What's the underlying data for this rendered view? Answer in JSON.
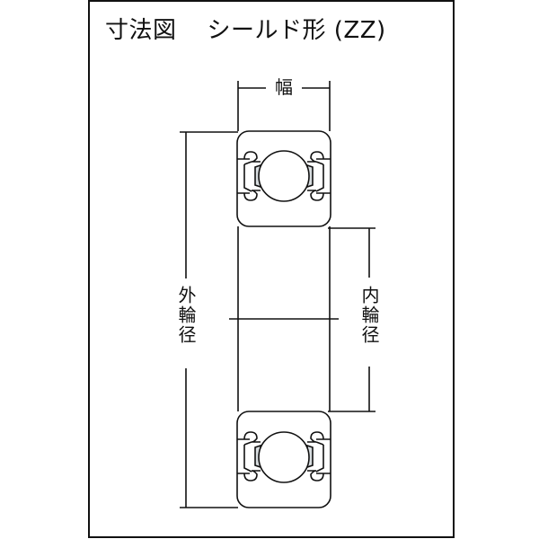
{
  "title": {
    "main": "寸法図",
    "subtitle": "シールド形 (ZZ)"
  },
  "dimensions": {
    "width_label": "幅",
    "outer_diameter_label": "外輪径",
    "inner_diameter_label": "内輪径"
  },
  "colors": {
    "line": "#111111",
    "cage_fill": "#d8dde0",
    "background": "#ffffff"
  }
}
